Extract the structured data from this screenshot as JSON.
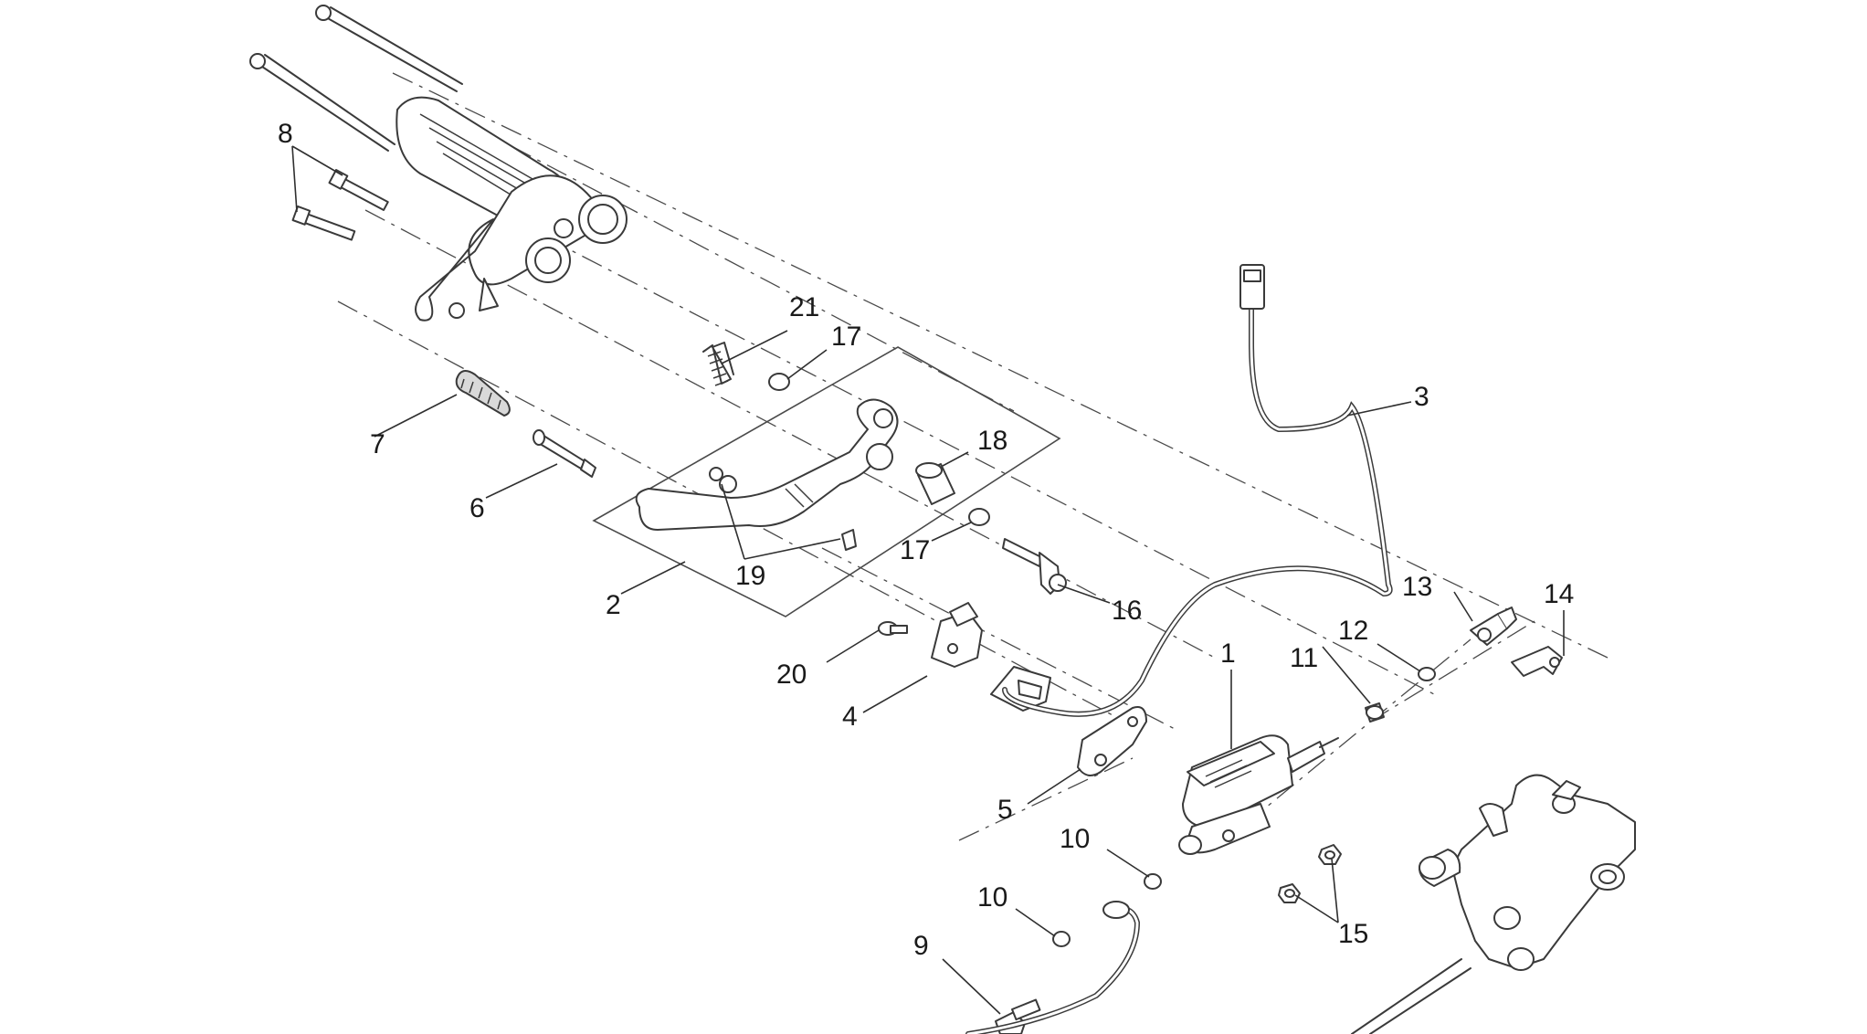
{
  "callouts": {
    "c1": "1",
    "c2": "2",
    "c3": "3",
    "c4": "4",
    "c5": "5",
    "c6": "6",
    "c7": "7",
    "c8": "8",
    "c9": "9",
    "c10a": "10",
    "c10b": "10",
    "c11": "11",
    "c12": "12",
    "c13": "13",
    "c14": "14",
    "c15": "15",
    "c16": "16",
    "c17a": "17",
    "c17b": "17",
    "c18": "18",
    "c19": "19",
    "c20": "20",
    "c21": "21"
  }
}
